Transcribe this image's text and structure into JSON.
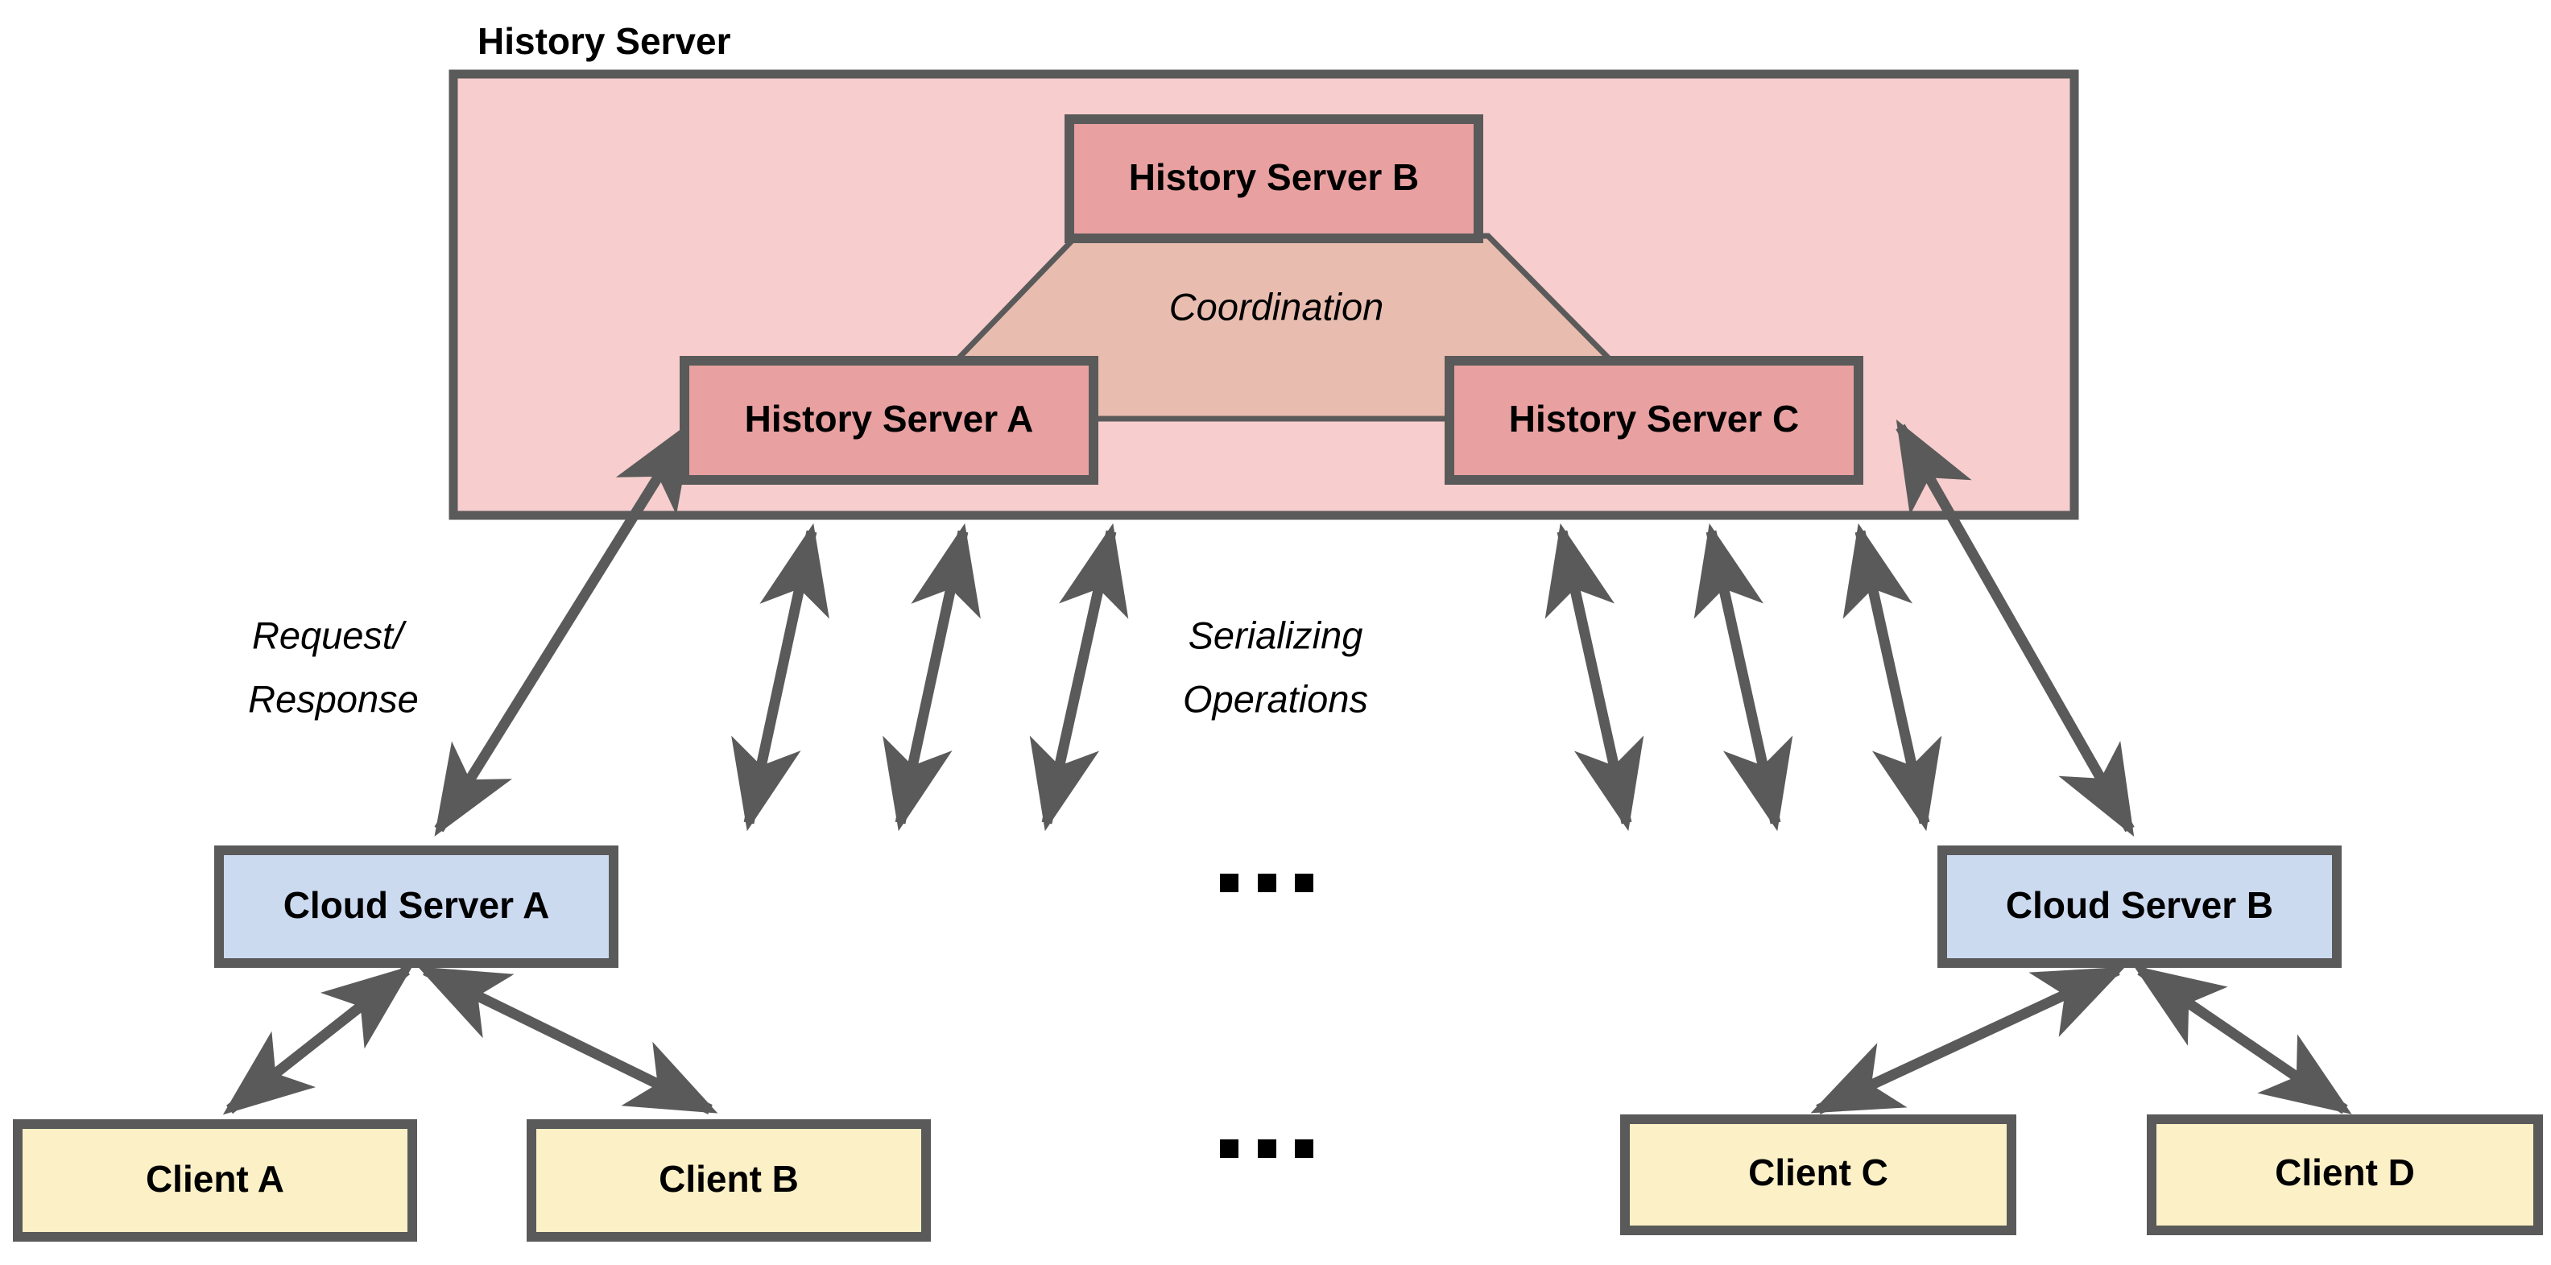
{
  "diagram": {
    "title": "History Server",
    "groups": [
      {
        "id": "history-server-group",
        "label": "History Server",
        "fill": "#f7cdcd",
        "stroke": "#5a5a5a"
      }
    ],
    "nodes": [
      {
        "id": "history-server-b",
        "label": "History Server B",
        "fill": "#e8a0a0",
        "stroke": "#5a5a5a",
        "type": "history-server"
      },
      {
        "id": "history-server-a",
        "label": "History Server A",
        "fill": "#e8a0a0",
        "stroke": "#5a5a5a",
        "type": "history-server"
      },
      {
        "id": "history-server-c",
        "label": "History Server C",
        "fill": "#e8a0a0",
        "stroke": "#5a5a5a",
        "type": "history-server"
      },
      {
        "id": "cloud-server-a",
        "label": "Cloud Server A",
        "fill": "#ccdaf0",
        "stroke": "#5a5a5a",
        "type": "cloud-server"
      },
      {
        "id": "cloud-server-b",
        "label": "Cloud Server B",
        "fill": "#ccdaf0",
        "stroke": "#5a5a5a",
        "type": "cloud-server"
      },
      {
        "id": "client-a",
        "label": "Client A",
        "fill": "#fbf0c6",
        "stroke": "#5a5a5a",
        "type": "client"
      },
      {
        "id": "client-b",
        "label": "Client B",
        "fill": "#fbf0c6",
        "stroke": "#5a5a5a",
        "type": "client"
      },
      {
        "id": "client-c",
        "label": "Client C",
        "fill": "#fbf0c6",
        "stroke": "#5a5a5a",
        "type": "client"
      },
      {
        "id": "client-d",
        "label": "Client D",
        "fill": "#fbf0c6",
        "stroke": "#5a5a5a",
        "type": "client"
      }
    ],
    "annotations": [
      {
        "id": "coordination",
        "label": "Coordination",
        "style": "italic"
      },
      {
        "id": "request-response-line1",
        "label": "Request/",
        "style": "italic"
      },
      {
        "id": "request-response-line2",
        "label": "Response",
        "style": "italic"
      },
      {
        "id": "serializing-line1",
        "label": "Serializing",
        "style": "italic"
      },
      {
        "id": "serializing-line2",
        "label": "Operations",
        "style": "italic"
      }
    ],
    "ellipses": [
      {
        "id": "ellipsis-servers",
        "label": "..."
      },
      {
        "id": "ellipsis-clients",
        "label": "..."
      }
    ],
    "colors": {
      "edge": "#5a5a5a",
      "coordination_fill": "#e8bdb0",
      "group_fill": "#f7cdcd",
      "history_node_fill": "#e8a0a0",
      "cloud_node_fill": "#ccdaf0",
      "client_node_fill": "#fbf0c6",
      "stroke": "#5a5a5a",
      "background": "#ffffff"
    }
  }
}
